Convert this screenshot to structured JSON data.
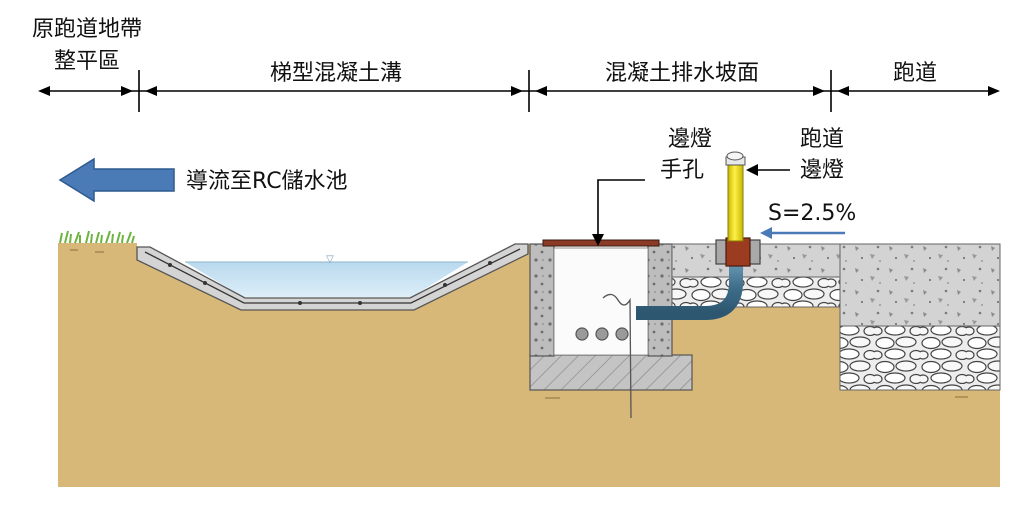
{
  "labels": {
    "zone_graded_strip_line1": "原跑道地帶",
    "zone_graded_strip_line2": "整平區",
    "zone_trapezoid_ditch": "梯型混凝土溝",
    "zone_concrete_slope": "混凝土排水坡面",
    "zone_runway": "跑道",
    "flow_note": "導流至RC儲水池",
    "handhole_line1": "邊燈",
    "handhole_line2": "手孔",
    "edge_light_line1": "跑道",
    "edge_light_line2": "邊燈",
    "slope": "S=2.5%"
  },
  "icons": {
    "flow_arrow": "arrow-left-icon",
    "slope_arrow": "arrow-left-icon",
    "edge_light": "edge-light-icon"
  },
  "colors": {
    "soil": "#D8B878",
    "water": "#C9E3F2",
    "concrete": "#D0D0D0",
    "gravel": "#E4E4E4",
    "flow_arrow": "#4A7BB7",
    "light_pole": "#F2E21C",
    "light_base": "#9B3B1F",
    "conduit": "#4F7F9A",
    "grass": "#7BC043"
  }
}
